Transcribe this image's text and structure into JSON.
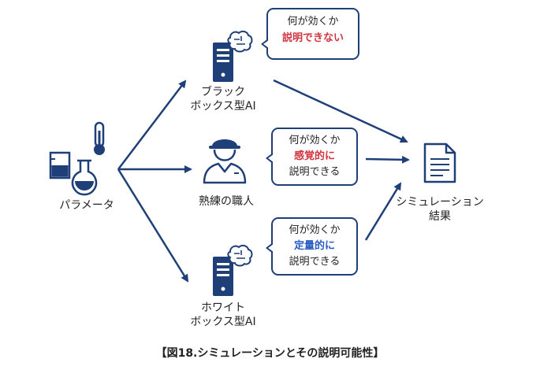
{
  "nodes": {
    "parameter": "パラメータ",
    "blackbox": [
      "ブラック",
      "ボックス型AI"
    ],
    "expert": "熟練の職人",
    "whitebox": [
      "ホワイト",
      "ボックス型AI"
    ],
    "result": [
      "シミュレーション",
      "結果"
    ]
  },
  "bubbles": {
    "blackbox": {
      "line1": "何が効くか",
      "line2": "説明できない"
    },
    "expert": {
      "line1": "何が効くか",
      "line2": "感覚的に",
      "line3": "説明できる"
    },
    "whitebox": {
      "line1": "何が効くか",
      "line2": "定量的に",
      "line3": "説明できる"
    }
  },
  "caption": "【図18.シミュレーションとその説明可能性】",
  "colors": {
    "arrow": "#1f3f78",
    "icon": "#1f3f78",
    "highlight_red": "#d0353f",
    "highlight_blue": "#2a5cc2"
  }
}
